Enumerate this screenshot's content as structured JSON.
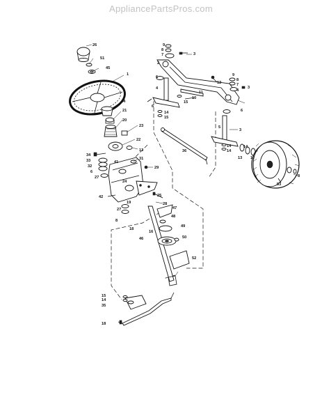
{
  "site": {
    "watermark": "AppliancePartsPros.com"
  },
  "callouts": [
    "26",
    "51",
    "45",
    "1",
    "44",
    "21",
    "20",
    "23",
    "22",
    "13",
    "31",
    "29",
    "34",
    "33",
    "32",
    "6",
    "27",
    "41",
    "24",
    "42",
    "19",
    "25",
    "28",
    "27",
    "8",
    "18",
    "47",
    "48",
    "49",
    "46",
    "16",
    "50",
    "52",
    "15",
    "14",
    "35",
    "18",
    "9",
    "8",
    "7",
    "3",
    "2",
    "6",
    "4",
    "12",
    "11",
    "10",
    "15",
    "6",
    "14",
    "15",
    "9",
    "8",
    "7",
    "4",
    "3",
    "6",
    "3",
    "5",
    "14",
    "14",
    "36",
    "13",
    "17",
    "53",
    "8",
    "14"
  ]
}
